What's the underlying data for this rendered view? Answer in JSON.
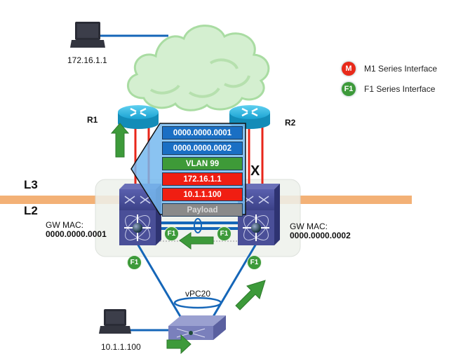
{
  "hosts": {
    "top": {
      "ip": "172.16.1.1",
      "icon": "laptop-icon"
    },
    "bottom": {
      "ip": "10.1.1.100",
      "icon": "laptop-icon"
    }
  },
  "routers": {
    "r1": {
      "label": "R1",
      "icon": "router-icon"
    },
    "r2": {
      "label": "R2",
      "icon": "router-icon"
    }
  },
  "layers": {
    "l3": "L3",
    "l2": "L2"
  },
  "switches": {
    "left": {
      "gw_label": "GW MAC:",
      "gw_mac": "0000.0000.0001"
    },
    "right": {
      "gw_label": "GW MAC:",
      "gw_mac": "0000.0000.0002"
    }
  },
  "vpc": {
    "label": "vPC20"
  },
  "failed_link_marker": "X",
  "packet": {
    "fields": [
      {
        "text": "0000.0000.0001",
        "color": "#1a6fc4"
      },
      {
        "text": "0000.0000.0002",
        "color": "#1a6fc4"
      },
      {
        "text": "VLAN 99",
        "color": "#3e9a38"
      },
      {
        "text": "172.16.1.1",
        "color": "#f01e12"
      },
      {
        "text": "10.1.1.100",
        "color": "#f01e12"
      },
      {
        "text": "Payload",
        "color": "#8a8a8a"
      }
    ]
  },
  "interface_badges": {
    "f1": "F1",
    "m": "M"
  },
  "legend": [
    {
      "badge": "M",
      "label": "M1 Series Interface",
      "color": "#e82a1a"
    },
    {
      "badge": "F1",
      "label": "F1 Series Interface",
      "color": "#3d9a3a"
    }
  ],
  "colors": {
    "link_blue": "#1566b8",
    "link_red": "#e8261a",
    "boundary_orange": "#f2a867",
    "arrow_green": "#3d9a3a",
    "cloud_green": "#cfeccb",
    "switch_purple": "#4a4f98",
    "router_cyan": "#1aa6d6"
  }
}
